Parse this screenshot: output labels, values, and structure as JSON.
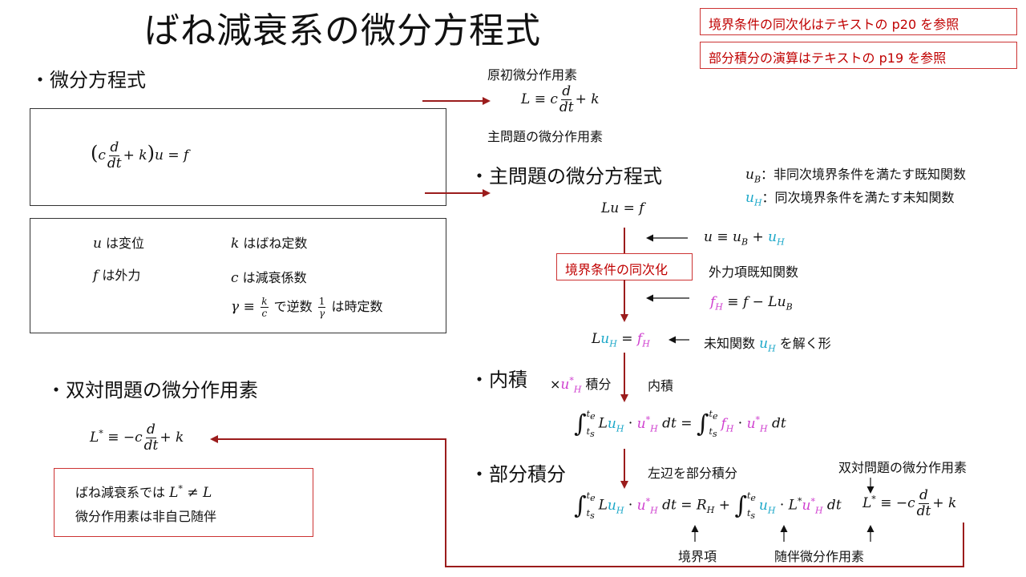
{
  "title": "ばね減衰系の微分方程式",
  "notes": {
    "note1": "境界条件の同次化はテキストの p20 を参照",
    "note2": "部分積分の演算はテキストの p19 を参照"
  },
  "sections": {
    "diff_eq": "・微分方程式",
    "main_eq": "・主問題の微分方程式",
    "inner": "・内積",
    "parts": "・部分積分",
    "dual": "・双対問題の微分作用素"
  },
  "labels": {
    "primitive_op": "原初微分作用素",
    "main_op": "主問題の微分作用素",
    "is_disp": "は変位",
    "is_force": "は外力",
    "is_spring": "はばね定数",
    "is_damp": "は減衰係数",
    "reciprocal_pre": "で逆数",
    "is_time_const": "は時定数",
    "ub_desc": "：非同次境界条件を満たす既知関数",
    "uh_desc": "：同次境界条件を満たす未知関数",
    "homogenize": "境界条件の同次化",
    "ext_known": "外力項既知関数",
    "unknown_pre": "未知関数",
    "unknown_post": "を解く形",
    "times": "×",
    "integrate": "積分",
    "inner_word": "内積",
    "lhs_parts": "左辺を部分積分",
    "dual_op_right": "双対問題の微分作用素",
    "boundary_term": "境界項",
    "adjoint_op": "随伴微分作用素",
    "dual_note1_pre": "ばね減衰系では",
    "dual_note2": "微分作用素は非自己随伴"
  },
  "colors": {
    "arrow": "#9b1c1c",
    "cyan": "#1aa7c8",
    "magenta": "#cf3fcf",
    "note_red": "#c00000"
  }
}
